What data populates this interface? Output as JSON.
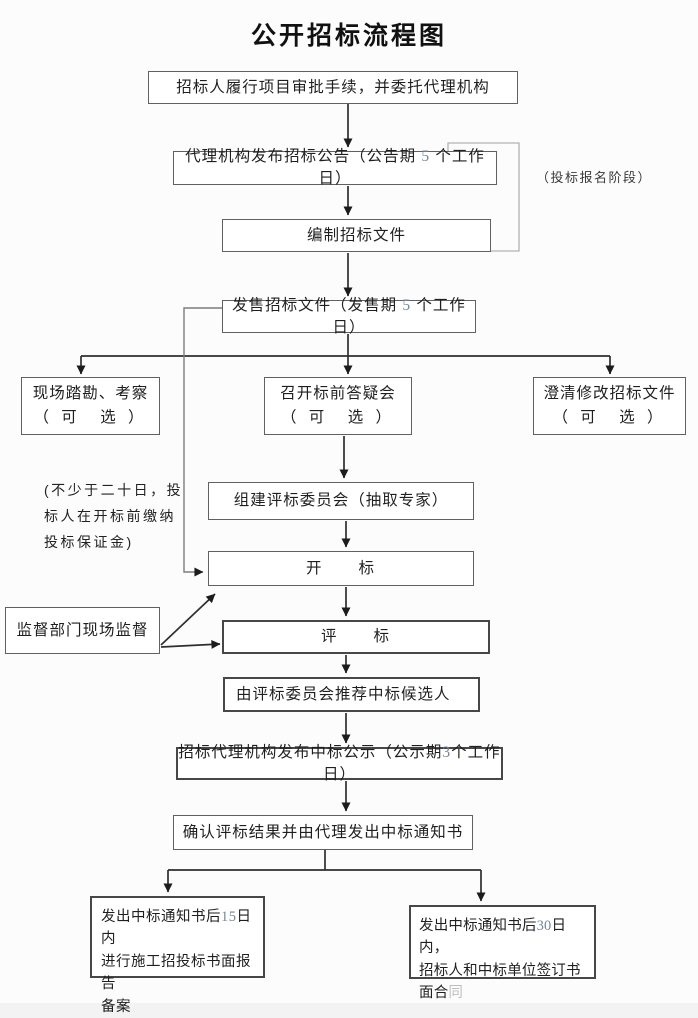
{
  "title": "公开招标流程图",
  "nodes": {
    "approval": {
      "label": "招标人履行项目审批手续，并委托代理机构"
    },
    "announce": {
      "label": "代理机构发布招标公告（公告期 5 个工作日）"
    },
    "prepare": {
      "label": "编制招标文件"
    },
    "sell": {
      "label": "发售招标文件（发售期 5 个工作日）"
    },
    "site_visit": {
      "label": "现场踏勘、考察",
      "sublabel": "（ 可　选 ）"
    },
    "qa_meeting": {
      "label": "召开标前答疑会",
      "sublabel": "（ 可　选 ）"
    },
    "clarify": {
      "label": "澄清修改招标文件",
      "sublabel": "（ 可　选 ）"
    },
    "committee": {
      "label": "组建评标委员会（抽取专家）"
    },
    "open_bid": {
      "label": "开　　标"
    },
    "evaluate": {
      "label": "评　　标"
    },
    "supervise": {
      "label": "监督部门现场监督"
    },
    "recommend": {
      "label": "由评标委员会推荐中标候选人"
    },
    "publicity": {
      "label": "招标代理机构发布中标公示（公示期3个工作日）"
    },
    "confirm": {
      "label": "确认评标结果并由代理发出中标通知书"
    },
    "report": {
      "label": "发出中标通知书后15日内\n进行施工招投标书面报告\n备案"
    },
    "contract": {
      "label": "发出中标通知书后30日内，\n招标人和中标单位签订书\n面合",
      "faded_suffix": "同"
    }
  },
  "annotations": {
    "registration_phase": "（投标报名阶段）",
    "deposit_note": "(不少于二十日，投\n标人在开标前缴纳\n投标保证金)"
  },
  "colors": {
    "box_border": "#616161",
    "thick_border": "#474747",
    "connector": "#2e2e2e",
    "group_bracket": "#b3b3b3",
    "side_path": "#7d7d7d",
    "digit_tint": "#76879b",
    "background": "#fcfcfc"
  }
}
